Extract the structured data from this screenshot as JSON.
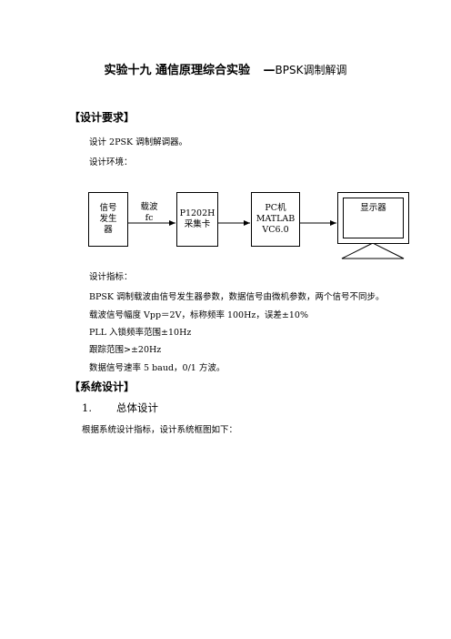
{
  "header": {
    "title_main": "实验十九  通信原理综合实验",
    "title_dash": "—",
    "title_sub": "BPSK调制解调"
  },
  "sections": {
    "design_req": "【设计要求】",
    "system_design": "【系统设计】"
  },
  "paragraphs": {
    "p1": "设计 2PSK 调制解调器。",
    "p2": "设计环境：",
    "p3": "设计指标：",
    "p4": "BPSK 调制载波由信号发生器参数，数据信号由微机参数，两个信号不同步。",
    "p5": "载波信号幅度 Vpp＝2V，标称频率 100Hz，误差±10%",
    "p6": "PLL 入锁频率范围±10Hz",
    "p7": "跟踪范围>±20Hz",
    "p8": "数据信号速率 5 baud，0/1 方波。",
    "p9": "根据系统设计指标，设计系统框图如下："
  },
  "subsection": {
    "num": "1.",
    "title": "总体设计"
  },
  "diagram": {
    "box1": {
      "l1": "信号",
      "l2": "发生",
      "l3": "器"
    },
    "arrow_label": {
      "l1": "载波",
      "l2": "fc"
    },
    "box2": {
      "l1": "P1202H",
      "l2": "采集卡"
    },
    "box3": {
      "l1": "PC机",
      "l2": "MATLAB",
      "l3": "VC6.0"
    },
    "box4": {
      "l1": "显示器"
    }
  }
}
